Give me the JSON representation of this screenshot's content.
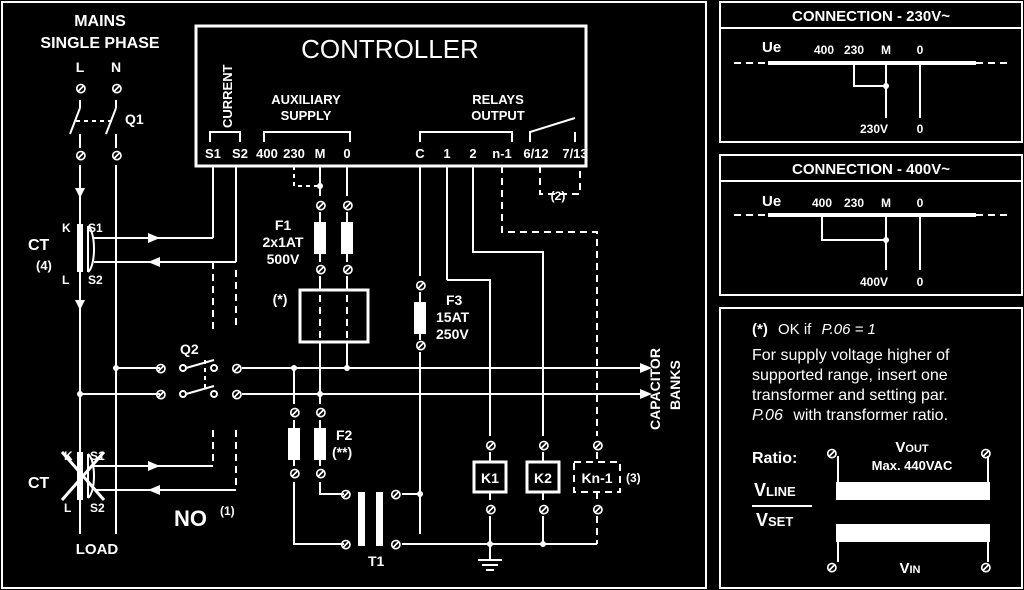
{
  "mains": {
    "line1": "MAINS",
    "line2": "SINGLE PHASE",
    "L": "L",
    "N": "N",
    "q1": "Q1"
  },
  "controller": {
    "title": "CONTROLLER",
    "current": "CURRENT",
    "aux1": "AUXILIARY",
    "aux2": "SUPPLY",
    "relays1": "RELAYS",
    "relays2": "OUTPUT",
    "terminals": [
      "S1",
      "S2",
      "400",
      "230",
      "M",
      "0",
      "C",
      "1",
      "2",
      "n-1",
      "6/12",
      "7/13"
    ]
  },
  "ct_top": {
    "label": "CT",
    "note": "(4)",
    "K": "K",
    "L": "L",
    "S1": "S1",
    "S2": "S2"
  },
  "ct_bottom": {
    "label": "CT",
    "K": "K",
    "L": "L",
    "S1": "S1",
    "S2": "S2"
  },
  "fuses": {
    "f1": [
      "F1",
      "2x1AT",
      "500V"
    ],
    "f2": [
      "F2",
      "(**)"
    ],
    "f3": [
      "F3",
      "15AT",
      "250V"
    ]
  },
  "star_note": "(*)",
  "note2": "(2)",
  "note3": "(3)",
  "q2": "Q2",
  "t1": "T1",
  "capacitor": [
    "CAPACITOR",
    "BANKS"
  ],
  "contactors": [
    "K1",
    "K2",
    "Kn-1"
  ],
  "load": "LOAD",
  "no": {
    "label": "NO",
    "note": "(1)"
  },
  "conn230": {
    "title": "CONNECTION - 230V~",
    "ue": "Ue",
    "terms": [
      "400",
      "230",
      "M",
      "0"
    ],
    "out": [
      "230V",
      "0"
    ]
  },
  "conn400": {
    "title": "CONNECTION - 400V~",
    "ue": "Ue",
    "terms": [
      "400",
      "230",
      "M",
      "0"
    ],
    "out": [
      "400V",
      "0"
    ]
  },
  "info": {
    "ok_star": "(*)",
    "ok_text": "OK if",
    "ok_param": "P.06 = 1",
    "line1": "For supply voltage higher of",
    "line2": "supported range, insert one",
    "line3": "transformer and setting par.",
    "line4_param": "P.06",
    "line4_rest": "with transformer ratio.",
    "ratio": "Ratio:",
    "vline": "V",
    "vline_sub": "LINE",
    "vset": "V",
    "vset_sub": "SET",
    "vout": "V",
    "vout_sub": "OUT",
    "max": "Max. 440VAC",
    "vin": "V",
    "vin_sub": "IN"
  }
}
